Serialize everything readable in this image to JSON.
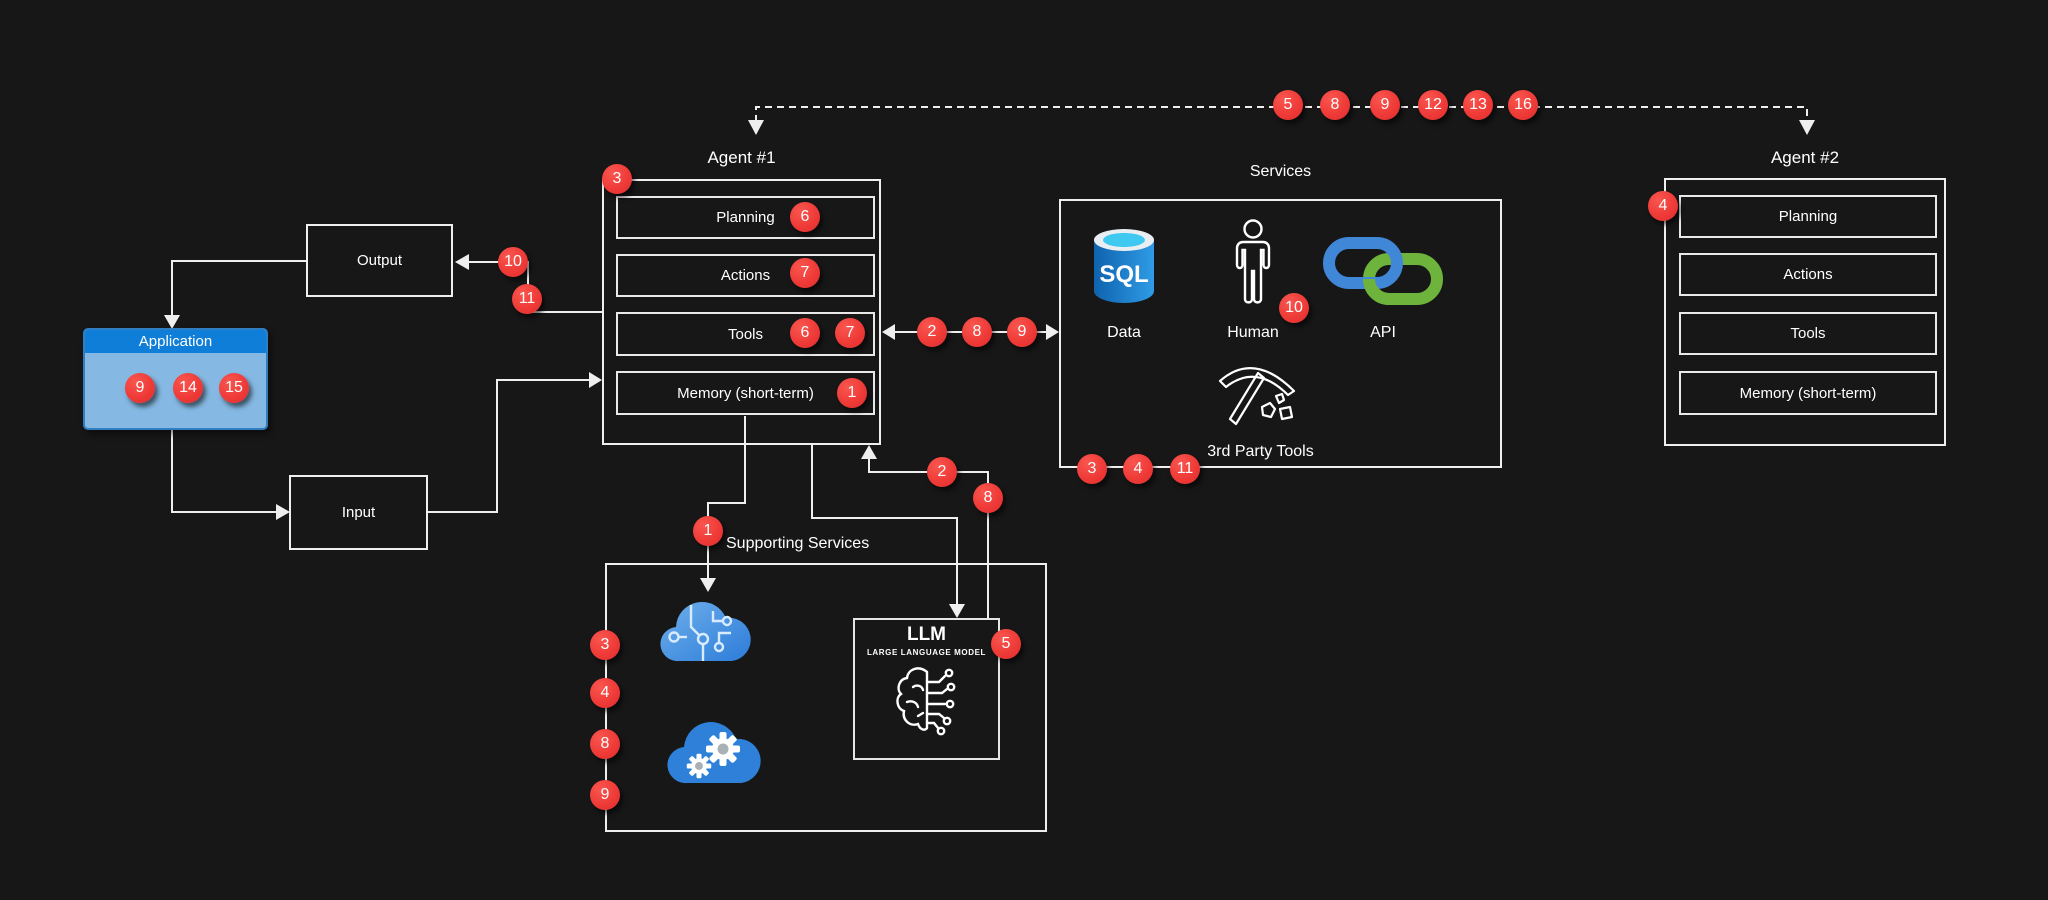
{
  "canvas": {
    "background": "#171717",
    "line_color": "#efefef",
    "badge_color": "#ef3b38",
    "text_color": "#ffffff",
    "app_header_blue": "#0e7ed8",
    "app_body_blue": "#85b8e2",
    "sql_blue": "#1d7ad0",
    "sql_top_cyan": "#3fc9f0",
    "api_blue": "#4187d7",
    "api_green": "#6db33c",
    "cloud_blue": "#2e80d9"
  },
  "top_flow": {
    "badges": [
      "5",
      "8",
      "9",
      "12",
      "13",
      "16"
    ]
  },
  "agent1": {
    "title": "Agent #1",
    "corner_badge": "3",
    "rows": [
      {
        "label": "Planning",
        "badges": [
          "6"
        ]
      },
      {
        "label": "Actions",
        "badges": [
          "7"
        ]
      },
      {
        "label": "Tools",
        "badges": [
          "6",
          "7"
        ]
      },
      {
        "label": "Memory (short-term)",
        "badges": [
          "1"
        ]
      }
    ]
  },
  "agent2": {
    "title": "Agent #2",
    "corner_badge": "4",
    "rows": [
      {
        "label": "Planning"
      },
      {
        "label": "Actions"
      },
      {
        "label": "Tools"
      },
      {
        "label": "Memory (short-term)"
      }
    ]
  },
  "services": {
    "title": "Services",
    "items": [
      {
        "label": "Data",
        "icon": "sql-database-icon"
      },
      {
        "label": "Human",
        "icon": "person-icon",
        "badge": "10"
      },
      {
        "label": "API",
        "icon": "api-chain-link-icon"
      },
      {
        "label": "3rd Party Tools",
        "icon": "pickaxe-icon"
      }
    ],
    "bottom_badges": [
      "3",
      "4",
      "11"
    ]
  },
  "supporting": {
    "title": "Supporting Services",
    "left_badges": [
      "3",
      "4",
      "8",
      "9"
    ],
    "clouds": [
      {
        "icon": "ai-circuit-cloud-icon"
      },
      {
        "icon": "cloud-gears-icon"
      }
    ],
    "llm": {
      "title": "LLM",
      "subtitle": "LARGE LANGUAGE MODEL",
      "corner_badge": "5"
    }
  },
  "left_flow": {
    "application": {
      "label": "Application",
      "badges": [
        "9",
        "14",
        "15"
      ]
    },
    "output": {
      "label": "Output",
      "badges": [
        "10",
        "11"
      ]
    },
    "input": {
      "label": "Input"
    }
  },
  "connector_badges": {
    "memory_to_cloud": [
      "1"
    ],
    "llm_to_agent1": [
      "2",
      "8"
    ],
    "agent1_to_services": [
      "2",
      "8",
      "9"
    ]
  }
}
